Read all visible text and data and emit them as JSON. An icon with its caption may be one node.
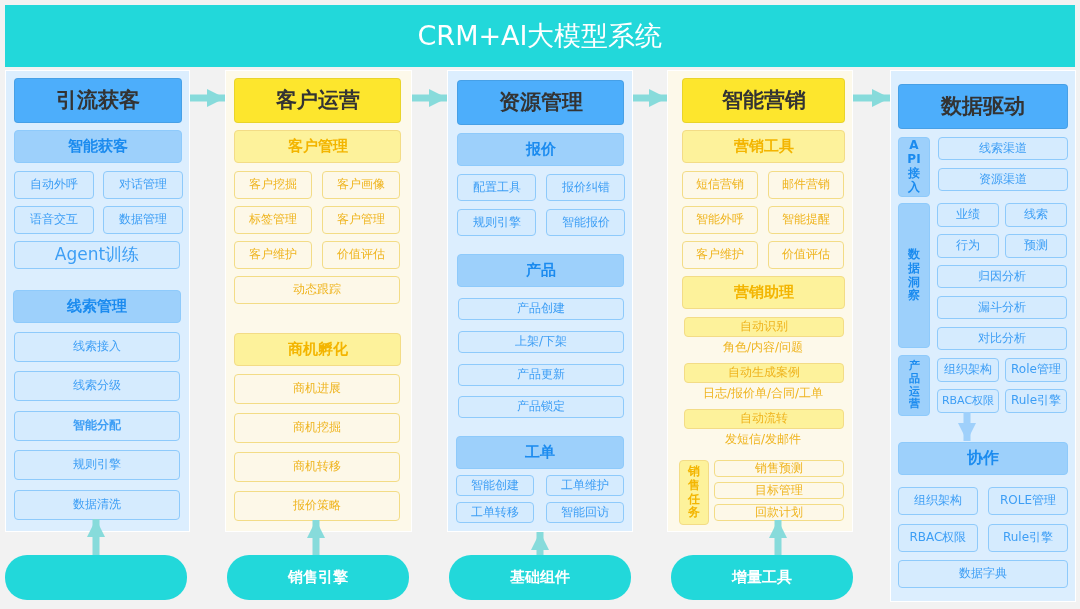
{
  "diagram": {
    "title": "CRM+AI大模型系统",
    "nodes": [
      {
        "text": [
          "引流获客"
        ]
      },
      {
        "text": [
          "智能获客"
        ],
        "in": 0
      },
      {
        "text": [
          "自动外呼"
        ],
        "in": 0
      },
      {
        "text": [
          "对话管理"
        ],
        "in": 0
      },
      {
        "text": [
          "语音交互"
        ],
        "in": 0
      },
      {
        "text": [
          "数据管理"
        ],
        "in": 0
      },
      {
        "text": [
          "Agent训练"
        ],
        "in": 0
      },
      {
        "text": [
          "线索管理"
        ],
        "in": 0
      },
      {
        "text": [
          "线索接入"
        ],
        "in": 0
      },
      {
        "text": [
          "线索分级"
        ],
        "in": 0
      },
      {
        "text": [
          "智能分配"
        ],
        "in": 0
      },
      {
        "text": [
          "规则引擎"
        ],
        "in": 0
      },
      {
        "text": [
          "数据清洗"
        ],
        "in": 0
      },
      {
        "text": [
          "客户运营"
        ]
      },
      {
        "text": [
          "客户管理"
        ],
        "in": 13
      },
      {
        "text": [
          "客户挖掘"
        ],
        "in": 13
      },
      {
        "text": [
          "客户画像"
        ],
        "in": 13
      },
      {
        "text": [
          "标签管理"
        ],
        "in": 13
      },
      {
        "text": [
          "客户管理"
        ],
        "in": 13
      },
      {
        "text": [
          "客户维护"
        ],
        "in": 13
      },
      {
        "text": [
          "价值评估"
        ],
        "in": 13
      },
      {
        "text": [
          "动态跟踪"
        ],
        "in": 13
      },
      {
        "text": [
          "商机孵化"
        ],
        "in": 13
      },
      {
        "text": [
          "商机进展"
        ],
        "in": 13
      },
      {
        "text": [
          "商机挖掘"
        ],
        "in": 13
      },
      {
        "text": [
          "商机转移"
        ],
        "in": 13
      },
      {
        "text": [
          "报价策略"
        ],
        "in": 13
      },
      {
        "text": [
          "资源管理"
        ]
      },
      {
        "text": [
          "报价"
        ],
        "in": 27
      },
      {
        "text": [
          "配置工具"
        ],
        "in": 27
      },
      {
        "text": [
          "报价纠错"
        ],
        "in": 27
      },
      {
        "text": [
          "规则引擎"
        ],
        "in": 27
      },
      {
        "text": [
          "智能报价"
        ],
        "in": 27
      },
      {
        "text": [
          "产品"
        ],
        "in": 27
      },
      {
        "text": [
          "产品创建"
        ],
        "in": 27
      },
      {
        "text": [
          "上架/下架"
        ],
        "in": 27
      },
      {
        "text": [
          "产品更新"
        ],
        "in": 27
      },
      {
        "text": [
          "产品锁定"
        ],
        "in": 27
      },
      {
        "text": [
          "工单"
        ],
        "in": 27
      },
      {
        "text": [
          "智能创建"
        ],
        "in": 27
      },
      {
        "text": [
          "工单维护"
        ],
        "in": 27
      },
      {
        "text": [
          "工单转移"
        ],
        "in": 27
      },
      {
        "text": [
          "智能回访"
        ],
        "in": 27
      },
      {
        "text": [
          "智能营销"
        ]
      },
      {
        "text": [
          "营销工具"
        ],
        "in": 43
      },
      {
        "text": [
          "短信营销"
        ],
        "in": 43
      },
      {
        "text": [
          "邮件营销"
        ],
        "in": 43
      },
      {
        "text": [
          "智能外呼"
        ],
        "in": 43
      },
      {
        "text": [
          "智能提醒"
        ],
        "in": 43
      },
      {
        "text": [
          "客户维护"
        ],
        "in": 43
      },
      {
        "text": [
          "价值评估"
        ],
        "in": 43
      },
      {
        "text": [
          "营销助理"
        ],
        "in": 43
      },
      {
        "text": [
          "自动识别"
        ],
        "in": 43
      },
      {
        "text": [
          "自动生成案例"
        ],
        "in": 43
      },
      {
        "text": [
          "自动流转"
        ],
        "in": 43
      },
      {
        "text": [
          "销售任务"
        ],
        "in": 43
      },
      {
        "text": [
          "销售预测"
        ],
        "in": 43
      },
      {
        "text": [
          "目标管理"
        ],
        "in": 43
      },
      {
        "text": [
          "回款计划"
        ],
        "in": 43
      },
      {
        "text": [
          "数据驱动"
        ]
      },
      {
        "text": [
          "API接入"
        ],
        "in": 59
      },
      {
        "text": [
          "线索渠道"
        ],
        "in": 59
      },
      {
        "text": [
          "资源渠道"
        ],
        "in": 59
      },
      {
        "text": [
          "数据洞察"
        ],
        "in": 59
      },
      {
        "text": [
          "业绩"
        ],
        "in": 59
      },
      {
        "text": [
          "线索"
        ],
        "in": 59
      },
      {
        "text": [
          "行为"
        ],
        "in": 59
      },
      {
        "text": [
          "预测"
        ],
        "in": 59
      },
      {
        "text": [
          "归因分析"
        ],
        "in": 59
      },
      {
        "text": [
          "漏斗分析"
        ],
        "in": 59
      },
      {
        "text": [
          "对比分析"
        ],
        "in": 59
      },
      {
        "text": [
          "产品运营"
        ],
        "in": 59
      },
      {
        "text": [
          "组织架构"
        ],
        "in": 59
      },
      {
        "text": [
          "Role管理"
        ],
        "in": 59
      },
      {
        "text": [
          "RBAC权限"
        ],
        "in": 59
      },
      {
        "text": [
          "Rule引擎"
        ],
        "in": 59
      },
      {
        "text": [
          "协作"
        ],
        "in": 59
      },
      {
        "text": [
          "组织架构"
        ],
        "in": 59
      },
      {
        "text": [
          "ROLE管理"
        ],
        "in": 59
      },
      {
        "text": [
          "RBAC权限"
        ],
        "in": 59
      },
      {
        "text": [
          "Rule引擎"
        ],
        "in": 59
      },
      {
        "text": [
          "数据字典"
        ],
        "in": 59
      },
      {
        "text": [],
        "shape": "box"
      },
      {
        "text": [
          "销售引擎"
        ]
      },
      {
        "text": [
          "基础组件"
        ]
      },
      {
        "text": [
          "增量工具"
        ]
      }
    ],
    "edges": [
      {
        "from": 0,
        "to": 13,
        "arrow": "to"
      },
      {
        "from": 13,
        "to": 27,
        "arrow": "to"
      },
      {
        "from": 27,
        "to": 43,
        "arrow": "to"
      },
      {
        "from": 43,
        "to": 59,
        "arrow": "to"
      },
      {
        "from": 82,
        "to": 12,
        "arrow": "to"
      },
      {
        "from": 83,
        "to": 26,
        "arrow": "to"
      },
      {
        "from": 84,
        "to": 27,
        "arrow": "to"
      },
      {
        "from": 85,
        "to": 58,
        "arrow": "to"
      },
      {
        "from": 74,
        "to": 76,
        "arrow": "to",
        "color": "#9fd0fb"
      }
    ],
    "labels": [
      "角色/内容/问题",
      "日志/报价单/合同/工单",
      "发短信/发邮件"
    ]
  }
}
